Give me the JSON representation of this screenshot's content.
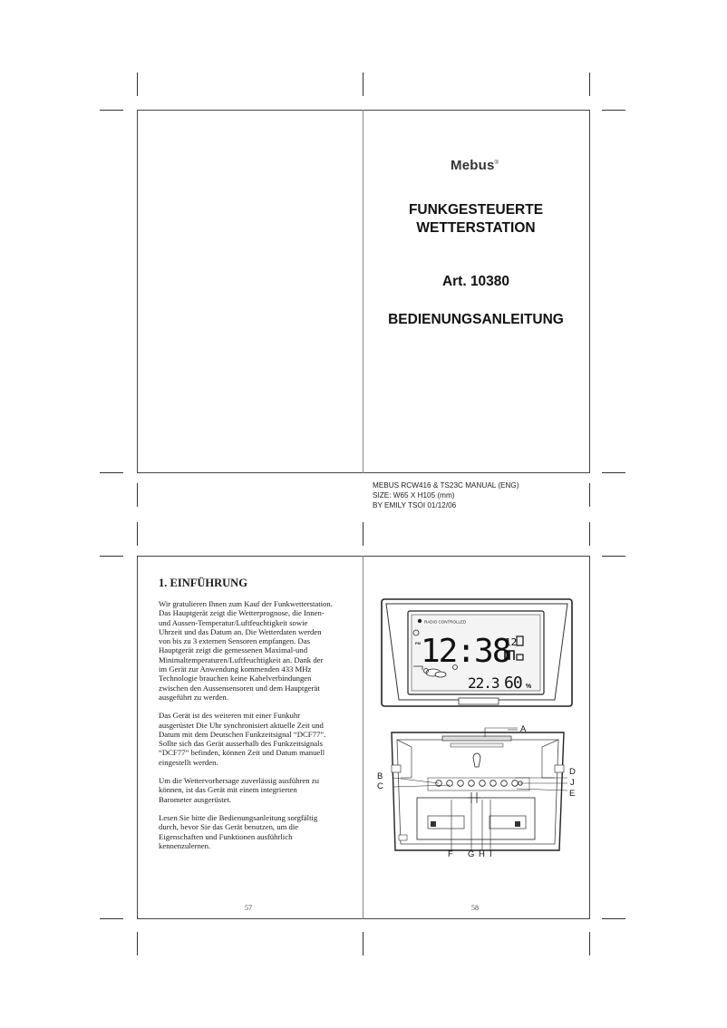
{
  "cover": {
    "brand": "Mebus",
    "brand_mark": "®",
    "title_line1": "FUNKGESTEUERTE",
    "title_line2": "WETTERSTATION",
    "article": "Art. 10380",
    "manual_title": "BEDIENUNGSANLEITUNG"
  },
  "print_spec": {
    "line1": "MEBUS RCW416 & TS23C MANUAL (ENG)",
    "line2": "SIZE: W65 X H105 (mm)",
    "line3": "BY EMILY TSOI  01/12/06"
  },
  "left_page": {
    "heading": "1. EINFÜHRUNG",
    "paragraphs": [
      [
        "Wir gratulieren Ihnen zum Kauf der Funkwetterstation.",
        "Das Hauptgerät zeigt die Wetterprognose, die Innen-",
        "und Aussen-Temperatur/Luftfeuchtigkeit sowie",
        "Uhrzeit und das Datum an. Die Wetterdaten werden",
        "von bis zu 3 externen Sensoren empfangen. Das",
        "Hauptgerät zeigt die gemessenen Maximal-und",
        "Minimaltemperaturen/Luftfeuchtigkeit an. Dank der",
        "im Gerät zur Anwendung kommenden 433 MHz",
        "Technologie brauchen keine Kabelverbindungen",
        "zwischen den Aussensensoren und dem Hauptgerät",
        "ausgeführt zu werden."
      ],
      [
        "Das Gerät ist des weiteren mit einer Funkuhr",
        "ausgerüstet Die Uhr synchronisiert aktuelle Zeit und",
        "Datum mit dem Deutschen Funkzeitsignal “DCF77”.",
        "Sollte sich das Gerät ausserhalb des Funkzeitsignals",
        "“DCF77” befinden, können Zeit und Datum manuell",
        "eingestellt werden."
      ],
      [
        "Um die Wettervorhersage zuverlässig ausführen zu",
        "können, ist das Gerät mit einem integrierten",
        "Barometer ausgerüstet."
      ],
      [
        "Lesen Sie bitte die Bedienungsanleitung sorgfältig",
        "durch, bevor Sie das Gerät benutzen, um die",
        "Eigenschaften und Funktionen ausführlich",
        "kennenzulernen."
      ]
    ],
    "page_number": "57"
  },
  "right_page": {
    "page_number": "58",
    "display": {
      "radio_label": "RADIO CONTROLLED",
      "time": "12:38",
      "pm": "PM",
      "day_small": "12",
      "secondary": "22.3",
      "humidity": "60",
      "humidity_unit": "%"
    },
    "labels": [
      "A",
      "B",
      "C",
      "D",
      "J",
      "E",
      "F",
      "G",
      "H",
      "I"
    ]
  }
}
